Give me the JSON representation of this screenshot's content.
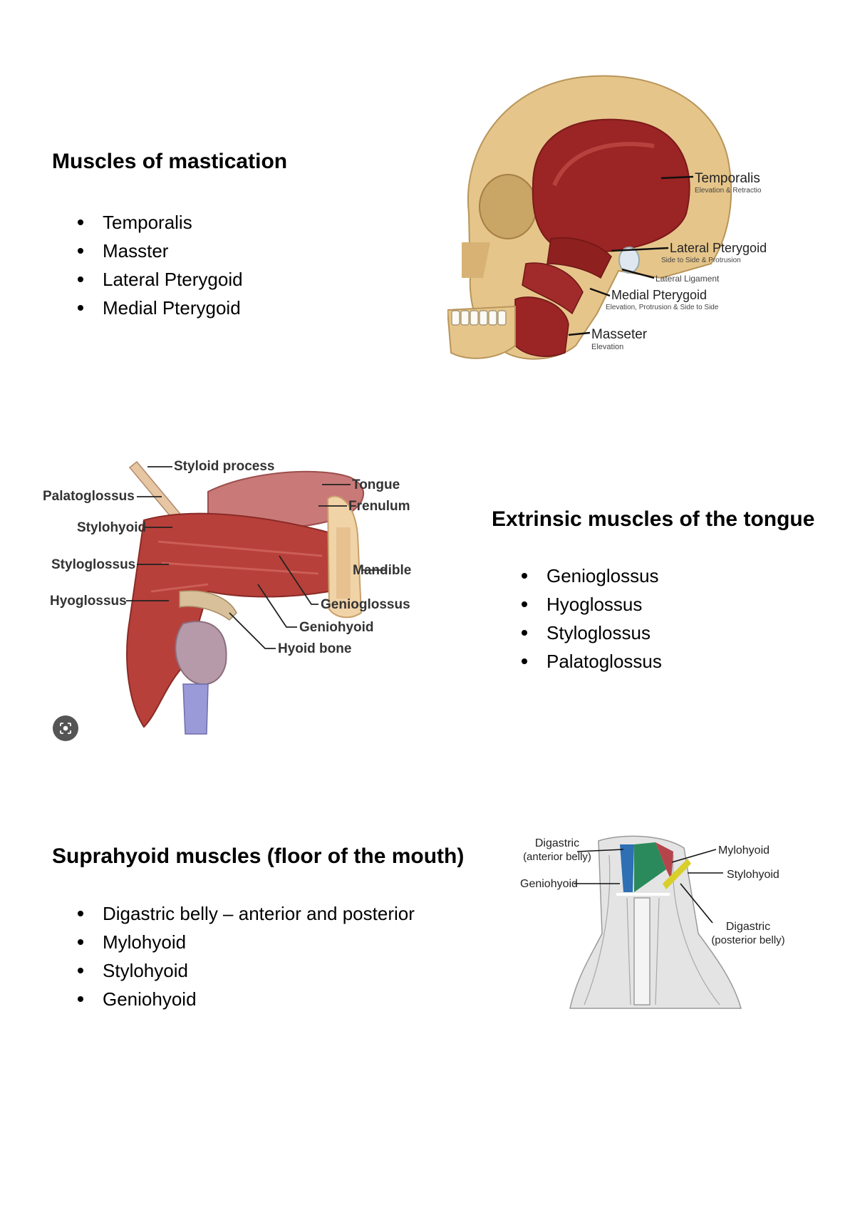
{
  "sections": {
    "mastication": {
      "heading": "Muscles of mastication",
      "items": [
        "Temporalis",
        "Masster",
        "Lateral Pterygoid",
        "Medial Pterygoid"
      ],
      "figure": {
        "temporalis": "Temporalis",
        "temporalis_action": "Elevation & Retractio",
        "lateral_pterygoid": "Lateral Pterygoid",
        "lateral_pterygoid_action": "Side to Side & Protrusion",
        "lateral_ligament": "Lateral Ligament",
        "medial_pterygoid": "Medial Pterygoid",
        "medial_pterygoid_action": "Elevation, Protrusion & Side to Side",
        "masseter": "Masseter",
        "masseter_action": "Elevation"
      }
    },
    "tongue": {
      "heading": "Extrinsic muscles of the tongue",
      "items": [
        "Genioglossus",
        "Hyoglossus",
        "Styloglossus",
        "Palatoglossus"
      ],
      "figure": {
        "styloid_process": "Styloid process",
        "palatoglossus": "Palatoglossus",
        "stylohyoid": "Stylohyoid",
        "styloglossus": "Styloglossus",
        "hyoglossus": "Hyoglossus",
        "tongue": "Tongue",
        "frenulum": "Frenulum",
        "mandible": "Mandible",
        "genioglossus": "Genioglossus",
        "geniohyoid": "Geniohyoid",
        "hyoid_bone": "Hyoid bone"
      }
    },
    "suprahyoid": {
      "heading": "Suprahyoid muscles (floor of the mouth)",
      "items": [
        "Digastric belly – anterior and posterior",
        "Mylohyoid",
        "Stylohyoid",
        "Geniohyoid"
      ],
      "figure": {
        "digastric_anterior": "Digastric",
        "digastric_anterior_sub": "(anterior belly)",
        "geniohyoid": "Geniohyoid",
        "mylohyoid": "Mylohyoid",
        "stylohyoid": "Stylohyoid",
        "digastric_posterior": "Digastric",
        "digastric_posterior_sub": "(posterior belly)"
      }
    }
  },
  "colors": {
    "bone": "#e6c58a",
    "muscle": "#9b2424",
    "muscle_light": "#c9564e",
    "text": "#000000"
  },
  "icons": [
    "image-search-icon"
  ]
}
